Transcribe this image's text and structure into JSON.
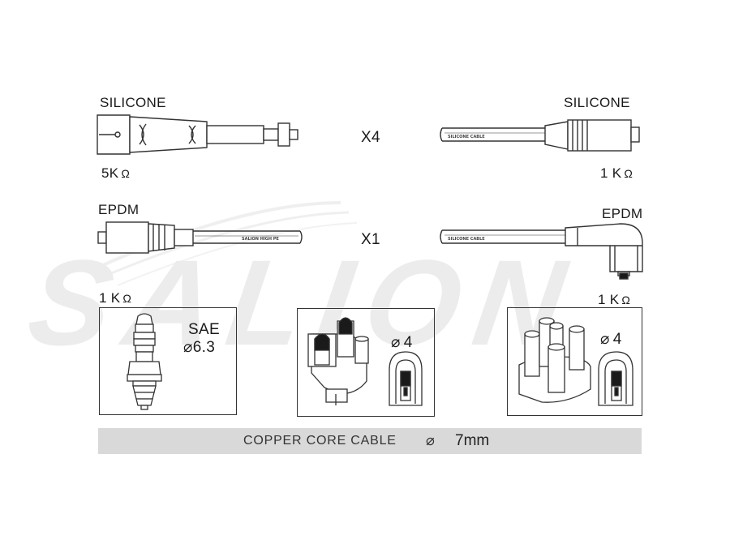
{
  "watermark": {
    "text": "SALION",
    "color": "#e6e6e6"
  },
  "rows": {
    "silicone": {
      "left_label": "SILICONE",
      "right_label": "SILICONE",
      "quantity": "X4",
      "left_resistance": "5K",
      "right_resistance": "1 K",
      "cable_print": "SILICONE CABLE"
    },
    "epdm": {
      "left_label": "EPDM",
      "right_label": "EPDM",
      "quantity": "X1",
      "left_print": "SALION HIGH PE",
      "right_print": "SILICONE CABLE"
    }
  },
  "ohm_symbol": "Ω",
  "diameter_symbol": "⌀",
  "connectors": {
    "spark_plug": {
      "resistance": "1 K",
      "standard": "SAE",
      "size": "6.3"
    },
    "distributor_a": {
      "size": "4"
    },
    "distributor_b": {
      "resistance": "1 K",
      "size": "4"
    }
  },
  "footer": {
    "label": "COPPER CORE CABLE",
    "value": "7mm"
  },
  "colors": {
    "line": "#333333",
    "fill_dark": "#1a1a1a",
    "band": "#d9d9d9"
  }
}
